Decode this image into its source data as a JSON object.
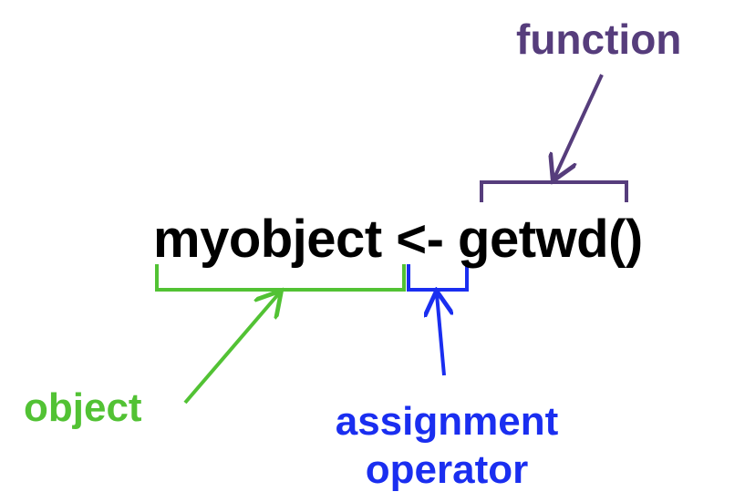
{
  "code": {
    "text": "myobject <- getwd()"
  },
  "labels": {
    "function": "function",
    "object": "object",
    "assignment_line1": "assignment",
    "assignment_line2": "operator"
  },
  "colors": {
    "code": "#000000",
    "function": "#563d7c",
    "object": "#52c234",
    "assignment": "#1a2ef0"
  }
}
